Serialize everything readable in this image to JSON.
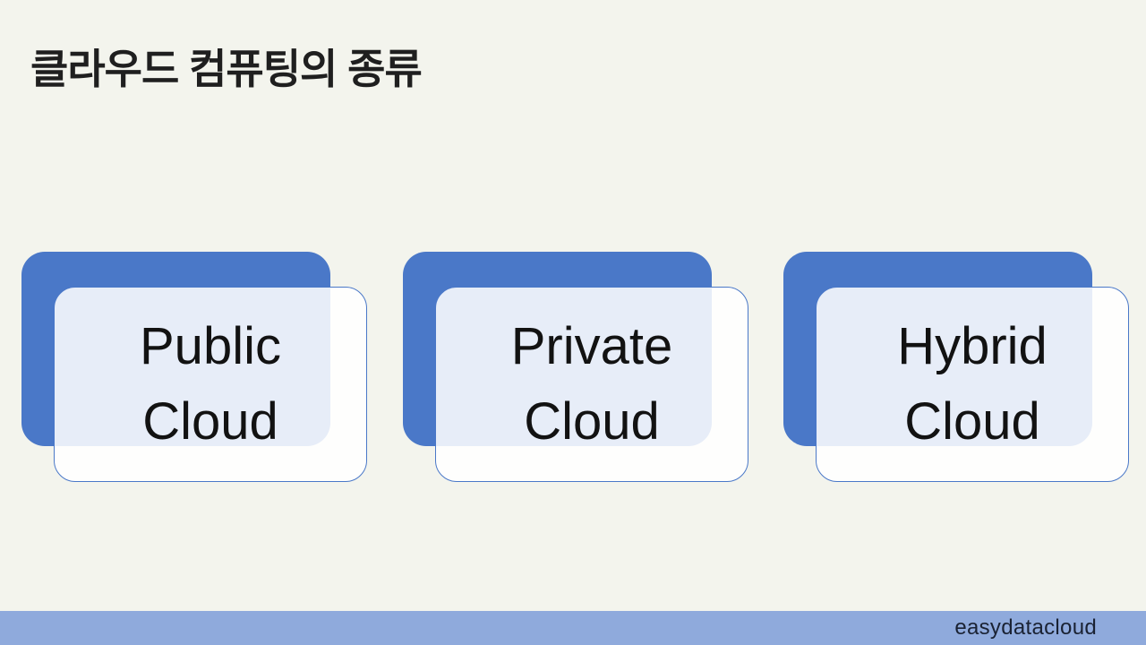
{
  "slide": {
    "title": "클라우드 컴퓨팅의 종류",
    "cards": [
      {
        "id": "public-cloud",
        "lines": [
          "Public",
          "Cloud"
        ]
      },
      {
        "id": "private-cloud",
        "lines": [
          "Private",
          "Cloud"
        ]
      },
      {
        "id": "hybrid-cloud",
        "lines": [
          "Hybrid",
          "Cloud"
        ]
      }
    ],
    "footer": {
      "brand": "easydatacloud"
    },
    "colors": {
      "background": "#f3f4ed",
      "accent_blue": "#4a78c8",
      "card_border": "#4a78c8",
      "footer_bar": "#8faadc",
      "title_text": "#1f1f1f",
      "card_text": "#121212",
      "footer_text": "#1a2233"
    }
  }
}
